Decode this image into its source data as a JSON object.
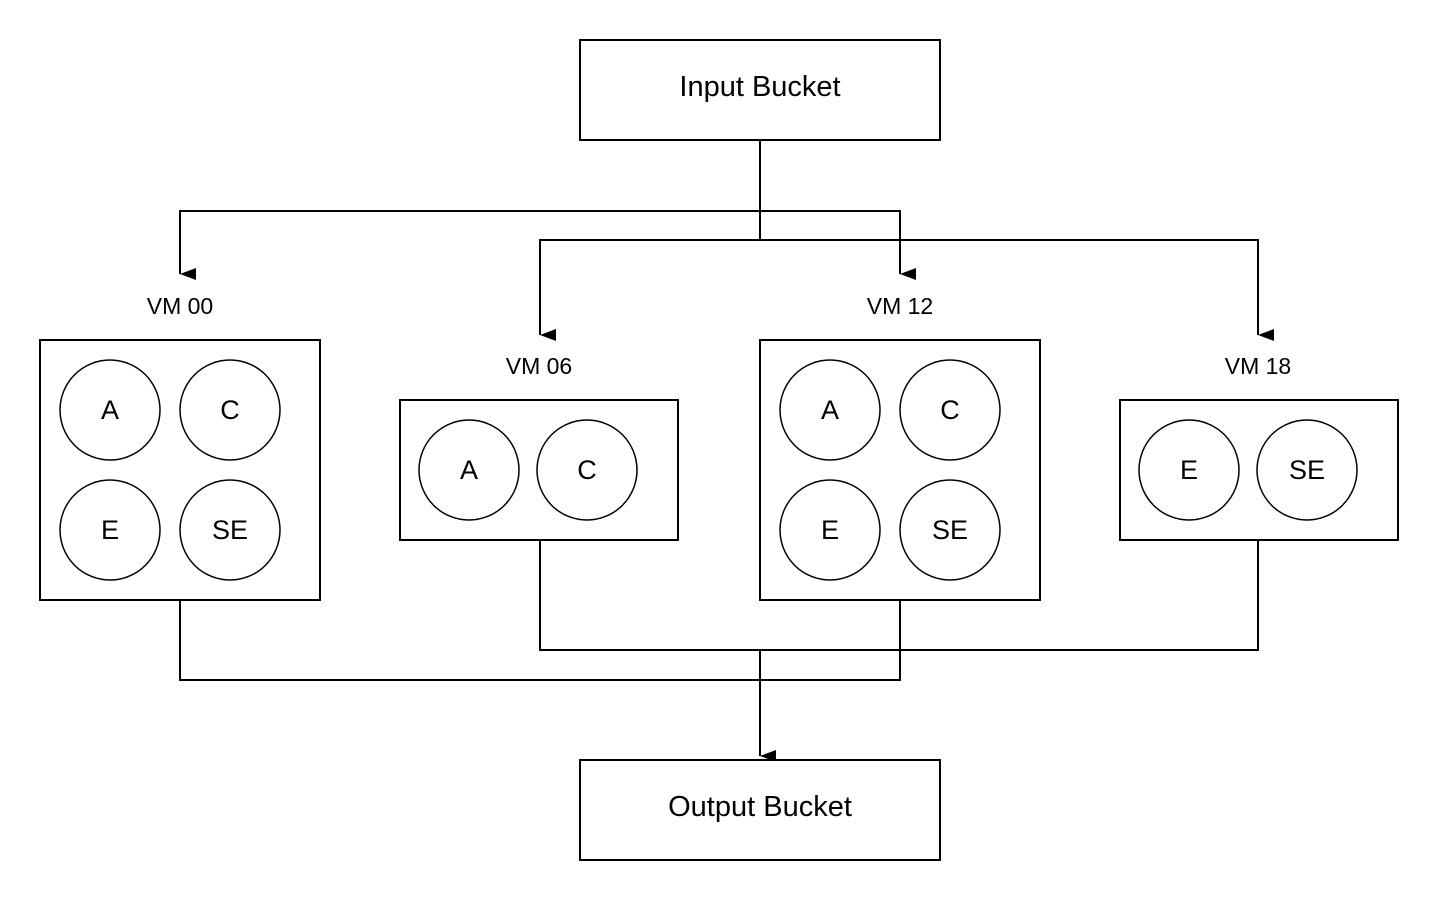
{
  "input_bucket": {
    "label": "Input Bucket"
  },
  "output_bucket": {
    "label": "Output Bucket"
  },
  "vms": [
    {
      "id": "vm-00",
      "label": "VM 00",
      "workers": [
        "A",
        "C",
        "E",
        "SE"
      ]
    },
    {
      "id": "vm-06",
      "label": "VM 06",
      "workers": [
        "A",
        "C"
      ]
    },
    {
      "id": "vm-12",
      "label": "VM 12",
      "workers": [
        "A",
        "C",
        "E",
        "SE"
      ]
    },
    {
      "id": "vm-18",
      "label": "VM 18",
      "workers": [
        "E",
        "SE"
      ]
    }
  ]
}
